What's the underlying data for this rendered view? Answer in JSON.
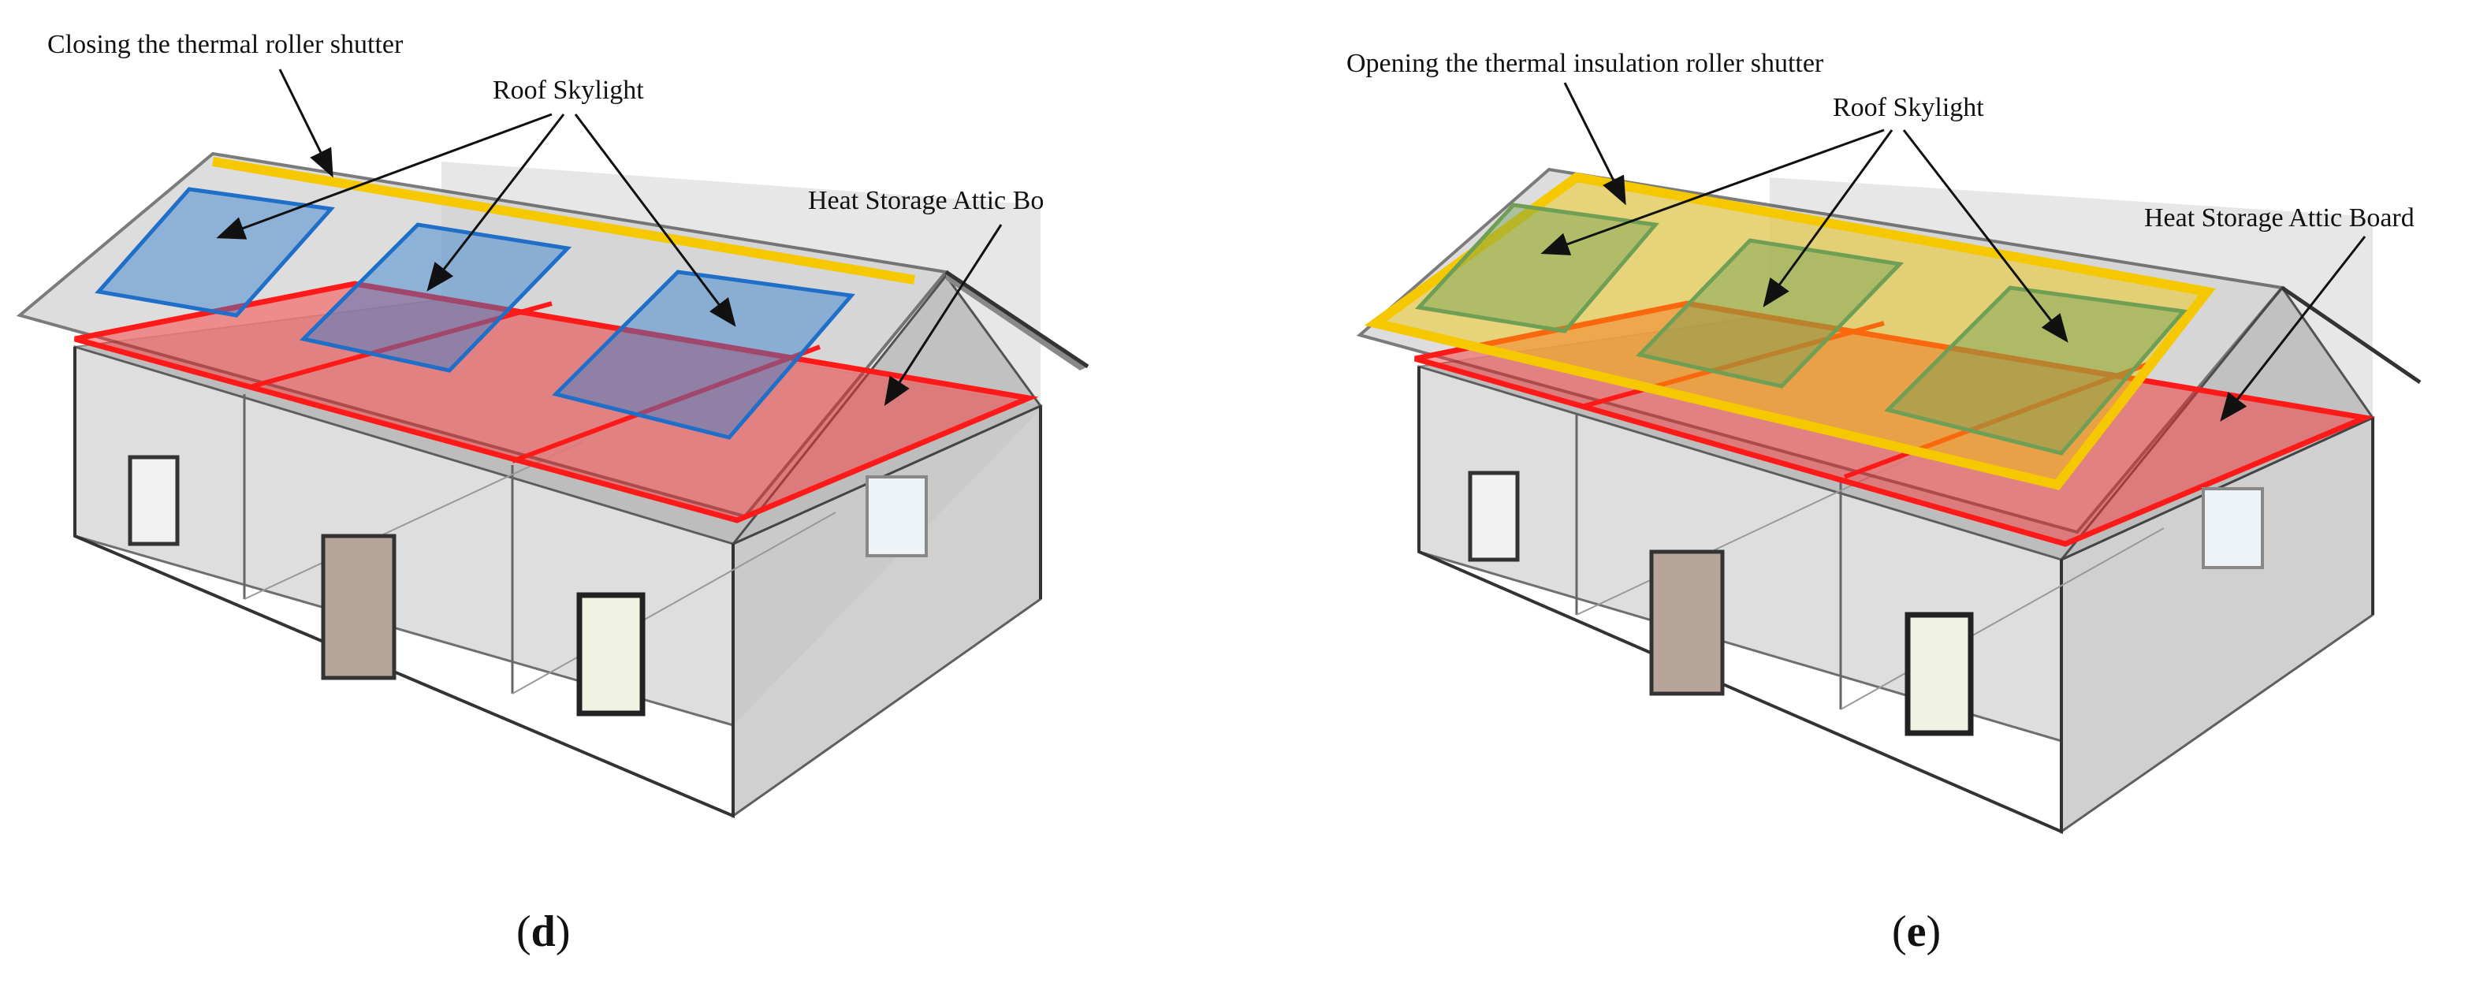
{
  "panels": [
    {
      "id": "d",
      "caption_letter": "d",
      "state": "closed",
      "labels": {
        "shutter": "Closing the thermal roller shutter",
        "skylight": "Roof Skylight",
        "attic": "Heat Storage Attic Bo"
      }
    },
    {
      "id": "e",
      "caption_letter": "e",
      "state": "open",
      "labels": {
        "shutter": "Opening the thermal insulation roller shutter",
        "skylight": "Roof Skylight",
        "attic": "Heat Storage Attic Board"
      }
    }
  ],
  "colors": {
    "attic_board": "#ff2b2b",
    "skylight": "#2f7fd0",
    "shutter": "#f5c800",
    "skylight_open": "#6f9f55",
    "wall": "#d8d8d8",
    "floor": "#bfbfbf"
  }
}
